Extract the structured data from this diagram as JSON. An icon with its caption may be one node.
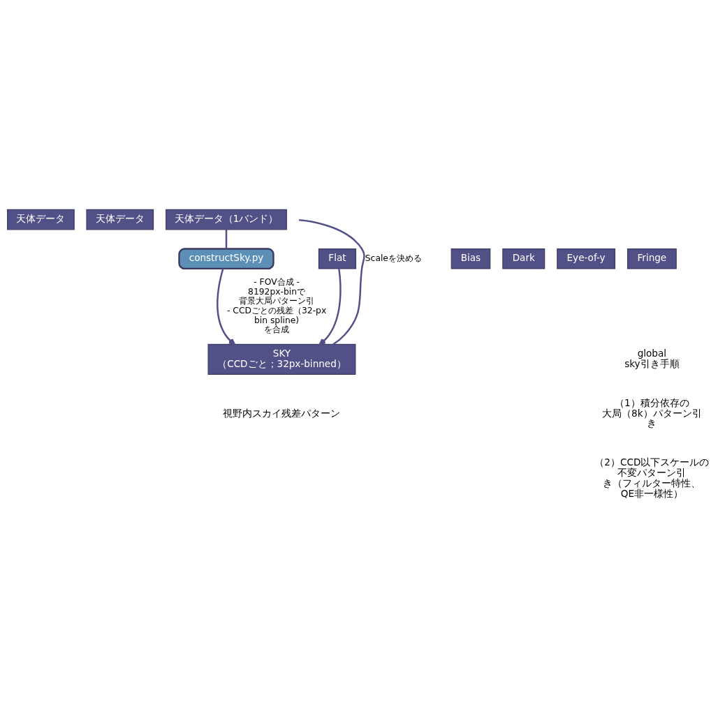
{
  "diagram": {
    "nodes": [
      {
        "text": [
          "天体データ"
        ]
      },
      {
        "text": [
          "天体データ"
        ]
      },
      {
        "text": [
          "天体データ（1バンド）"
        ]
      },
      {
        "text": [
          "Bias"
        ]
      },
      {
        "text": [
          "Dark"
        ]
      },
      {
        "text": [
          "Eye-of-y"
        ]
      },
      {
        "text": [
          "Flat"
        ]
      },
      {
        "text": [
          "Fringe"
        ]
      },
      {
        "text": [
          "constructSky.py"
        ]
      },
      {
        "text": [
          "SKY",
          "（CCDごと；32px-binned）"
        ],
        "beside": [
          "視野内スカイ残差パターン"
        ]
      }
    ],
    "edges": [
      {
        "from": 2,
        "to": 8,
        "arrow": "none"
      },
      {
        "from": 8,
        "to": 9,
        "arrow": "to",
        "label": "- FOV合成 - 8192px-binで背景大局パターン引 - CCDごとの残差（32-px bin spline)を合成"
      },
      {
        "from": 6,
        "to": 9,
        "arrow": "to"
      },
      {
        "from": 9,
        "to": null,
        "arrow": "none",
        "label": "Scaleを決める"
      }
    ],
    "labels": [
      "global sky引き手順",
      "（1）積分依存の大局（8k）パターン引き",
      "（2）CCD以下スケールの不変パターン引き（フィルター特性、QE非一様性）"
    ]
  }
}
